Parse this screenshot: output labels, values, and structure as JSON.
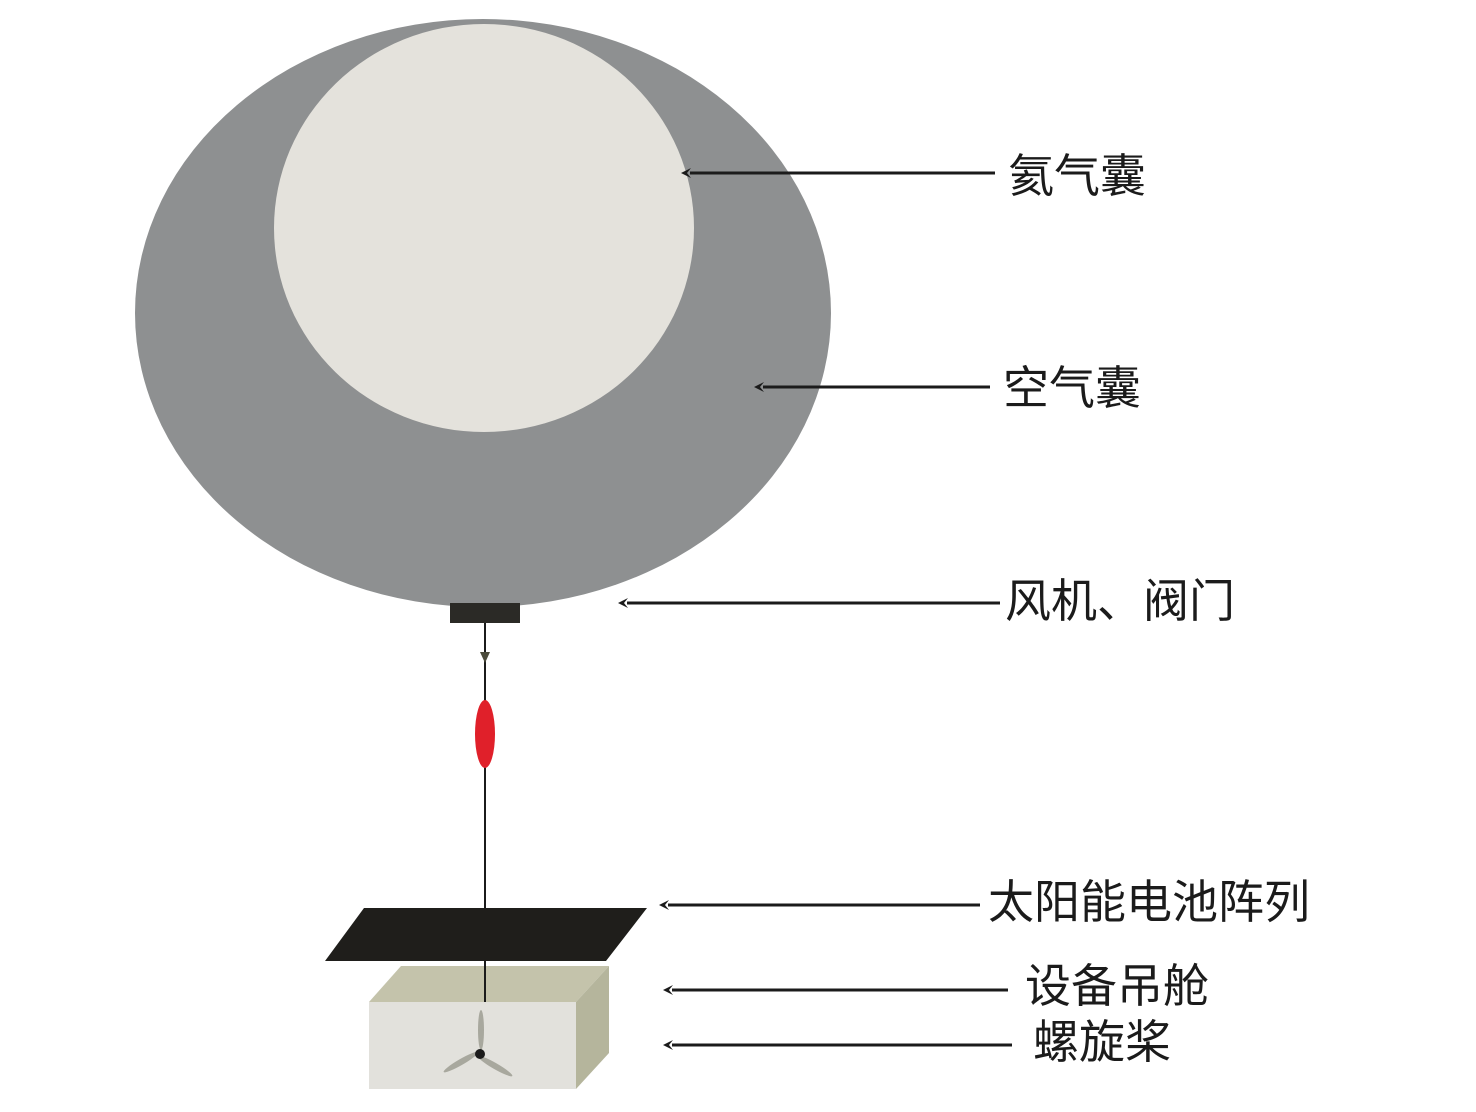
{
  "diagram": {
    "labels": {
      "helium_bag": "氦气囊",
      "air_bag": "空气囊",
      "fan_valve": "风机、阀门",
      "solar_array": "太阳能电池阵列",
      "gondola": "设备吊舱",
      "propeller": "螺旋桨"
    },
    "colors": {
      "air_bag": "#8e9091",
      "helium_bag": "#e4e2dc",
      "fan_valve_box": "#2b2a26",
      "marker": "#e0202a",
      "solar_panel": "#1f1e1b",
      "gondola_front": "#e2e1dc",
      "gondola_top": "#c4c3ab",
      "gondola_side": "#b5b59c",
      "arrow": "#1b1b1b"
    }
  }
}
